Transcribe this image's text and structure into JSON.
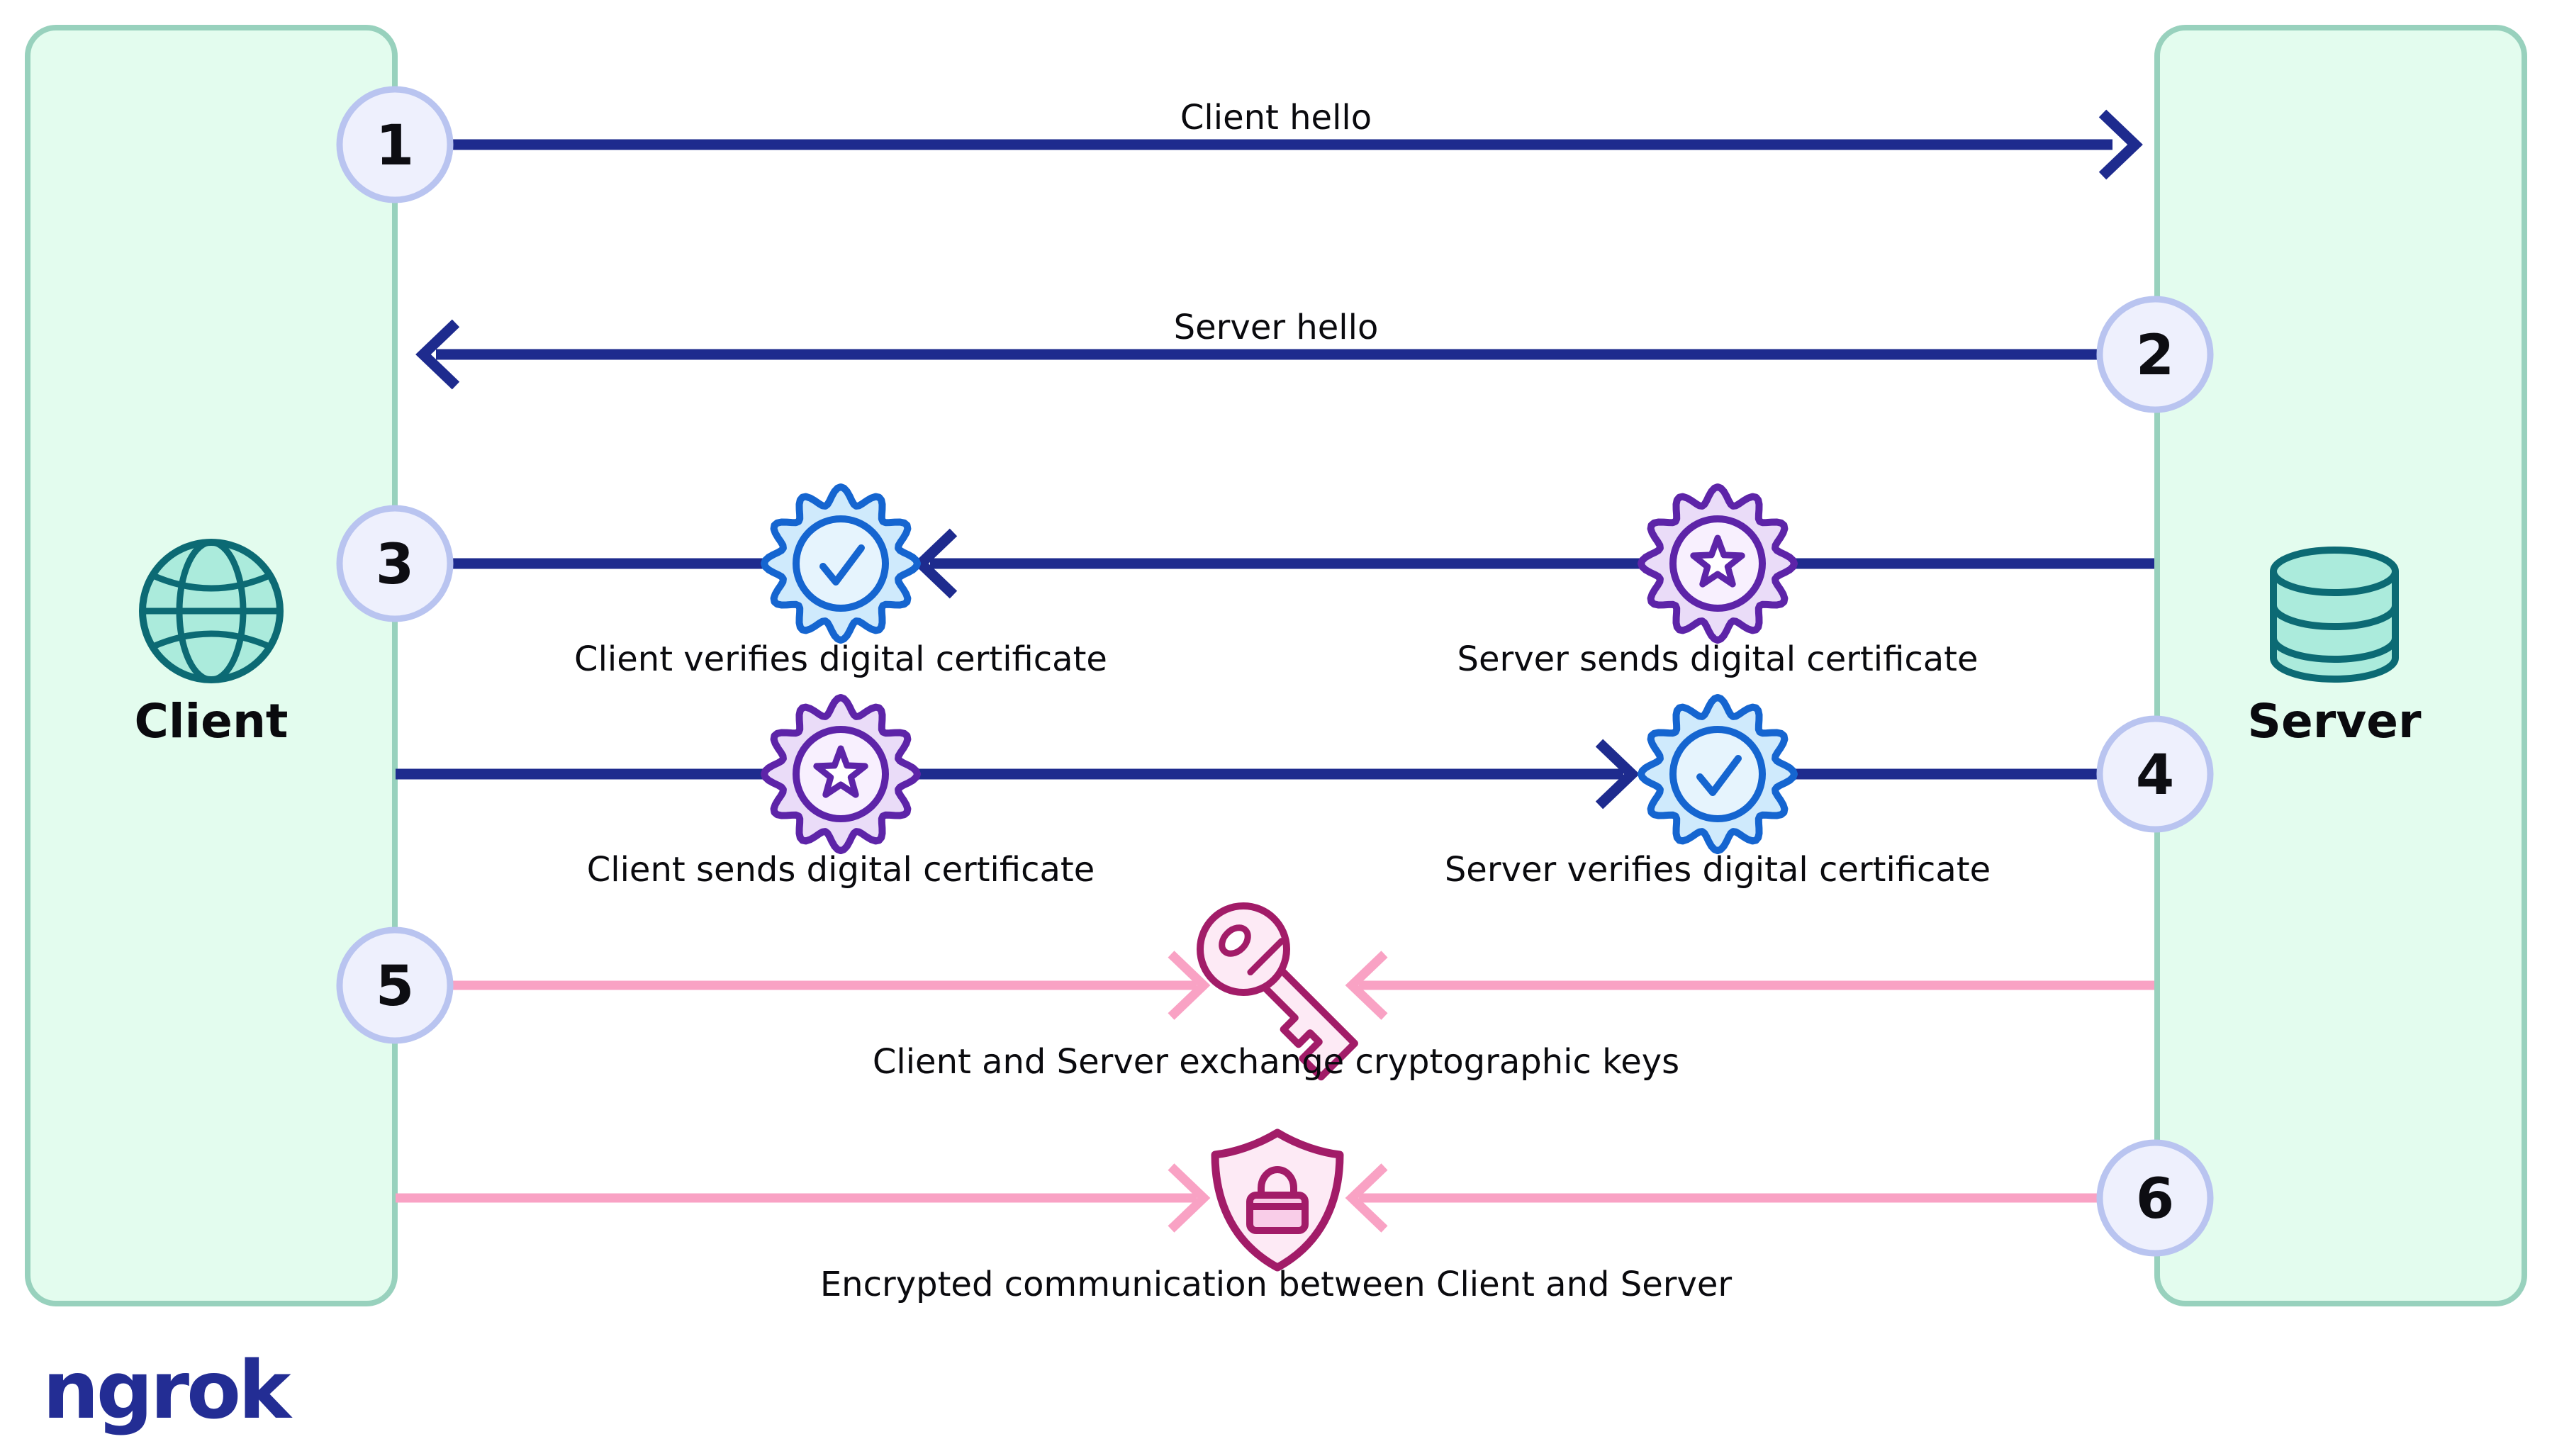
{
  "colors": {
    "navy": "#1e2b8e",
    "navy_logo": "#232d94",
    "pink": "#f9a2c4",
    "magenta": "#a21c68",
    "teal_stroke": "#0c6a74",
    "teal_fill": "#abebdc",
    "green_fill": "#e3fcee",
    "green_stroke": "#98d1bd",
    "circle_fill": "#eef0fd",
    "circle_stroke": "#b9c4f0",
    "blue_badge_stroke": "#1565d0",
    "blue_badge_fill": "#cfeafc",
    "blue_badge_inner": "#e6f4fd",
    "purple_badge_stroke": "#5d24a8",
    "purple_badge_fill": "#eadcf8",
    "purple_badge_inner": "#f8f0fe",
    "pink_icon_fill": "#fdeaf5",
    "pink_lock_fill": "#f9cde8"
  },
  "client": {
    "label": "Client"
  },
  "server": {
    "label": "Server"
  },
  "steps": [
    {
      "num": "1",
      "label": "Client hello"
    },
    {
      "num": "2",
      "label": "Server hello"
    },
    {
      "num": "3",
      "client_label": "Client verifies digital certificate",
      "server_label": "Server sends digital certificate"
    },
    {
      "num": "4",
      "client_label": "Client sends digital certificate",
      "server_label": "Server verifies digital certificate"
    },
    {
      "num": "5",
      "label": "Client and Server exchange cryptographic keys"
    },
    {
      "num": "6",
      "label": "Encrypted communication between Client and Server"
    }
  ],
  "logo_text": "ngrok",
  "icons": {
    "client": "globe-icon",
    "server": "database-icon",
    "verify": "rosette-check-badge-icon",
    "certificate": "rosette-star-badge-icon",
    "key_exchange": "key-icon",
    "encryption": "shield-lock-icon"
  }
}
